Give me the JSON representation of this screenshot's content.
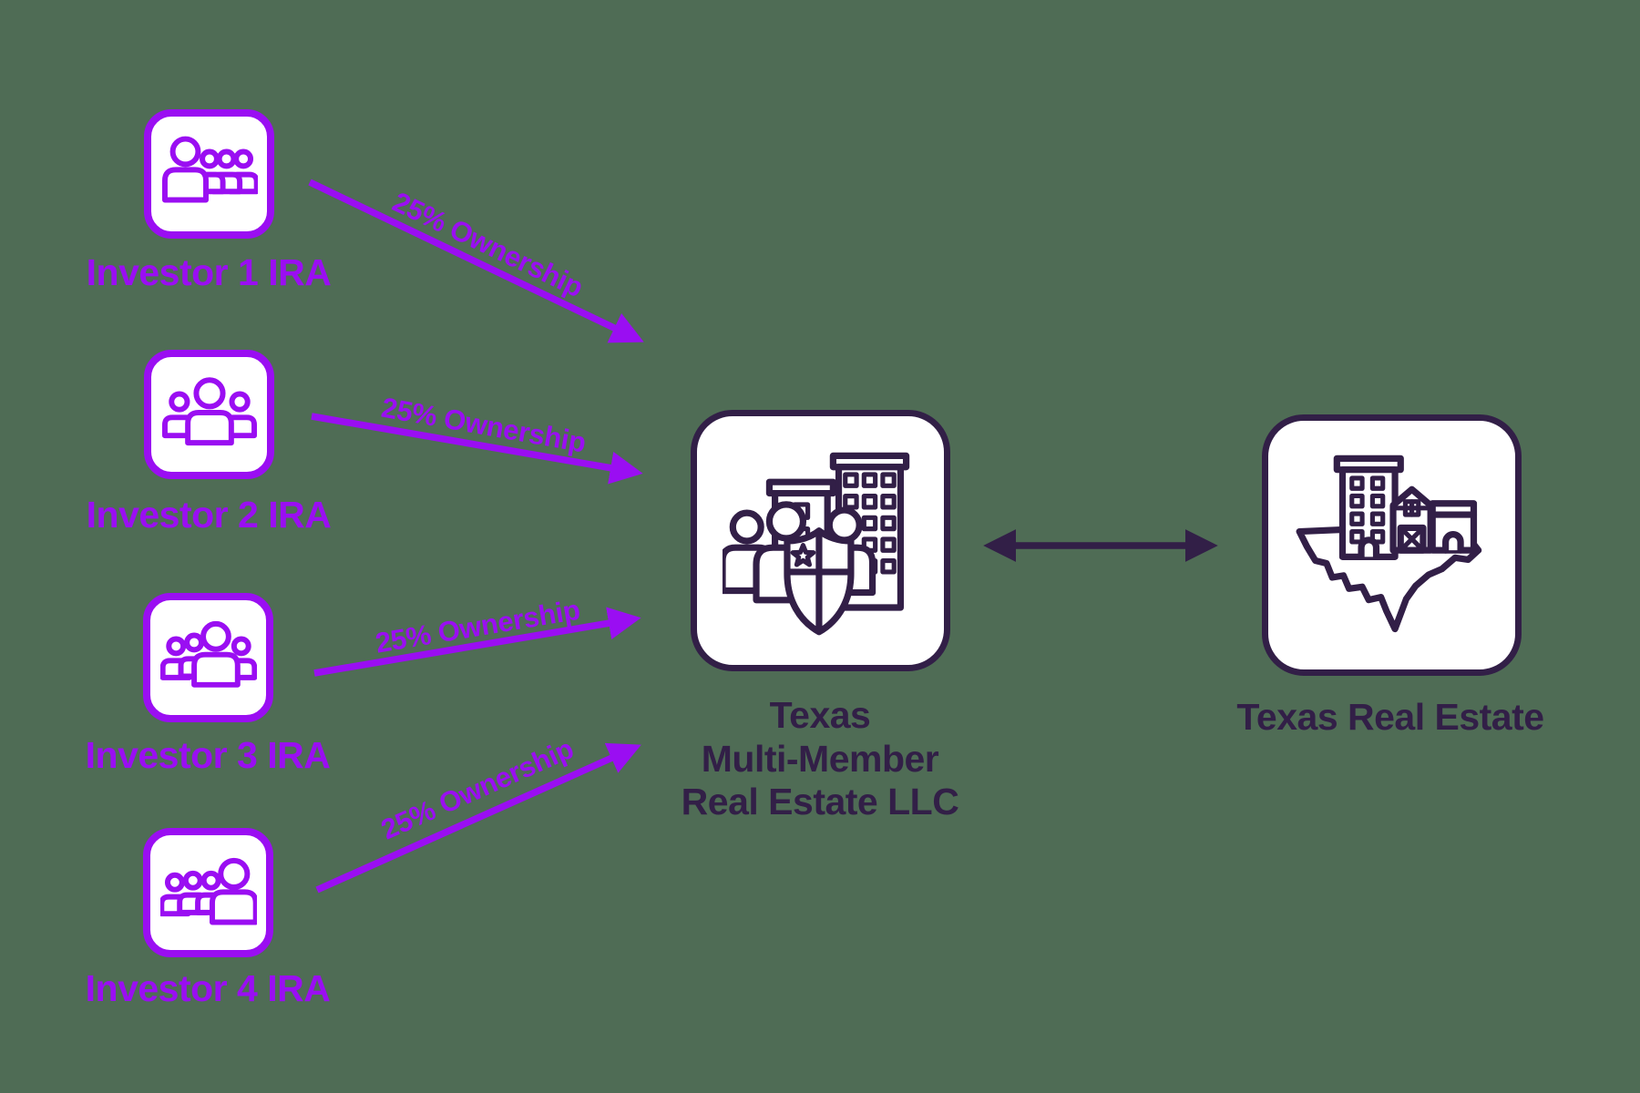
{
  "background": {
    "color": "#4f6c55"
  },
  "colors": {
    "accent_purple": "#9a0ef2",
    "dark_purple": "#321f47",
    "node_fill": "#ffffff"
  },
  "investors": [
    {
      "label": "Investor 1 IRA",
      "arrow_label": "25% Ownership",
      "icon": "group-of-people-icon"
    },
    {
      "label": "Investor 2 IRA",
      "arrow_label": "25% Ownership",
      "icon": "group-of-people-icon"
    },
    {
      "label": "Investor 3 IRA",
      "arrow_label": "25% Ownership",
      "icon": "group-of-people-icon"
    },
    {
      "label": "Investor 4 IRA",
      "arrow_label": "25% Ownership",
      "icon": "group-of-people-icon"
    }
  ],
  "llc_node": {
    "label_lines": [
      "Texas",
      "Multi-Member",
      "Real Estate LLC"
    ],
    "icon": "people-buildings-shield-icon"
  },
  "real_estate_node": {
    "label": "Texas Real Estate",
    "icon": "texas-state-buildings-icon"
  },
  "connector": {
    "type": "double-headed-arrow"
  }
}
